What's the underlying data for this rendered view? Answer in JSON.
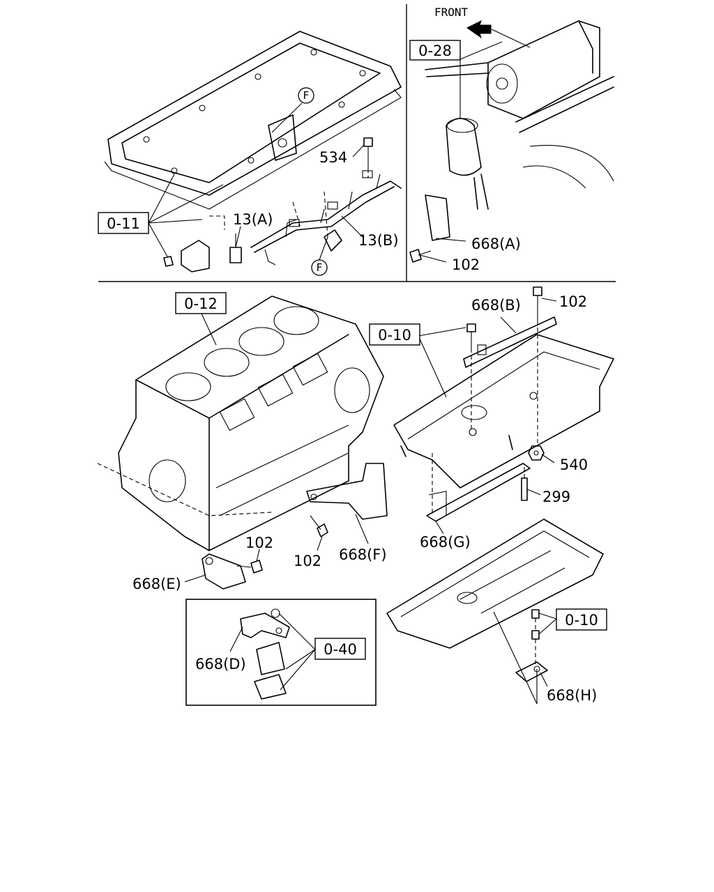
{
  "front_label": "FRONT",
  "ref_boxes": {
    "r011": "0-11",
    "r028": "0-28",
    "r012": "0-12",
    "r010_upper": "0-10",
    "r010_lower": "0-10",
    "r040": "0-40"
  },
  "circled_refs": {
    "f_top": "F",
    "f_bottom": "F"
  },
  "part_labels": {
    "p534": "534",
    "p13a": "13(A)",
    "p13b": "13(B)",
    "p668a": "668(A)",
    "p102_a": "102",
    "p668b": "668(B)",
    "p102_b": "102",
    "p540": "540",
    "p299": "299",
    "p668g": "668(G)",
    "p102_c": "102",
    "p102_d": "102",
    "p668f": "668(F)",
    "p668e": "668(E)",
    "p668d": "668(D)",
    "p668h": "668(H)"
  }
}
